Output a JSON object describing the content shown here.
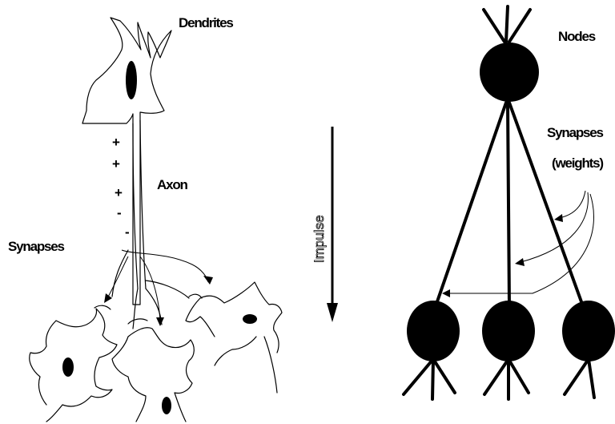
{
  "labels": {
    "dendrites": "Dendrites",
    "axon": "Axon",
    "synapses_left": "Synapses",
    "impulse": "Impulse",
    "nodes": "Nodes",
    "synapses_right": "Synapses",
    "weights": "(weights)"
  },
  "charges": [
    "+",
    "+",
    "+",
    "-",
    "-"
  ],
  "colors": {
    "ink": "#000000",
    "background": "#ffffff"
  }
}
